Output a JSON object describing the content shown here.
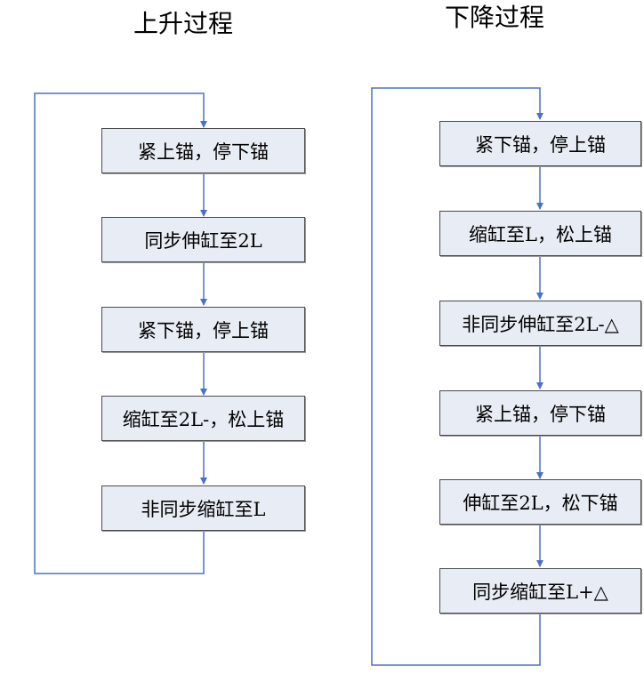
{
  "titles": {
    "ascent": "上升过程",
    "descent": "下降过程"
  },
  "ascent_steps": [
    "紧上锚，停下锚",
    "同步伸缸至2L",
    "紧下锚，停上锚",
    "缩缸至2L-，松上锚",
    "非同步缩缸至L"
  ],
  "descent_steps": [
    "紧下锚，停上锚",
    "缩缸至L，松上锚",
    "非同步伸缸至2L-△",
    "紧上锚，停下锚",
    "伸缸至2L，松下锚",
    "同步缩缸至L+△"
  ],
  "colors": {
    "connector": "#4a72c4",
    "box_fill": "#e8ecf4"
  }
}
